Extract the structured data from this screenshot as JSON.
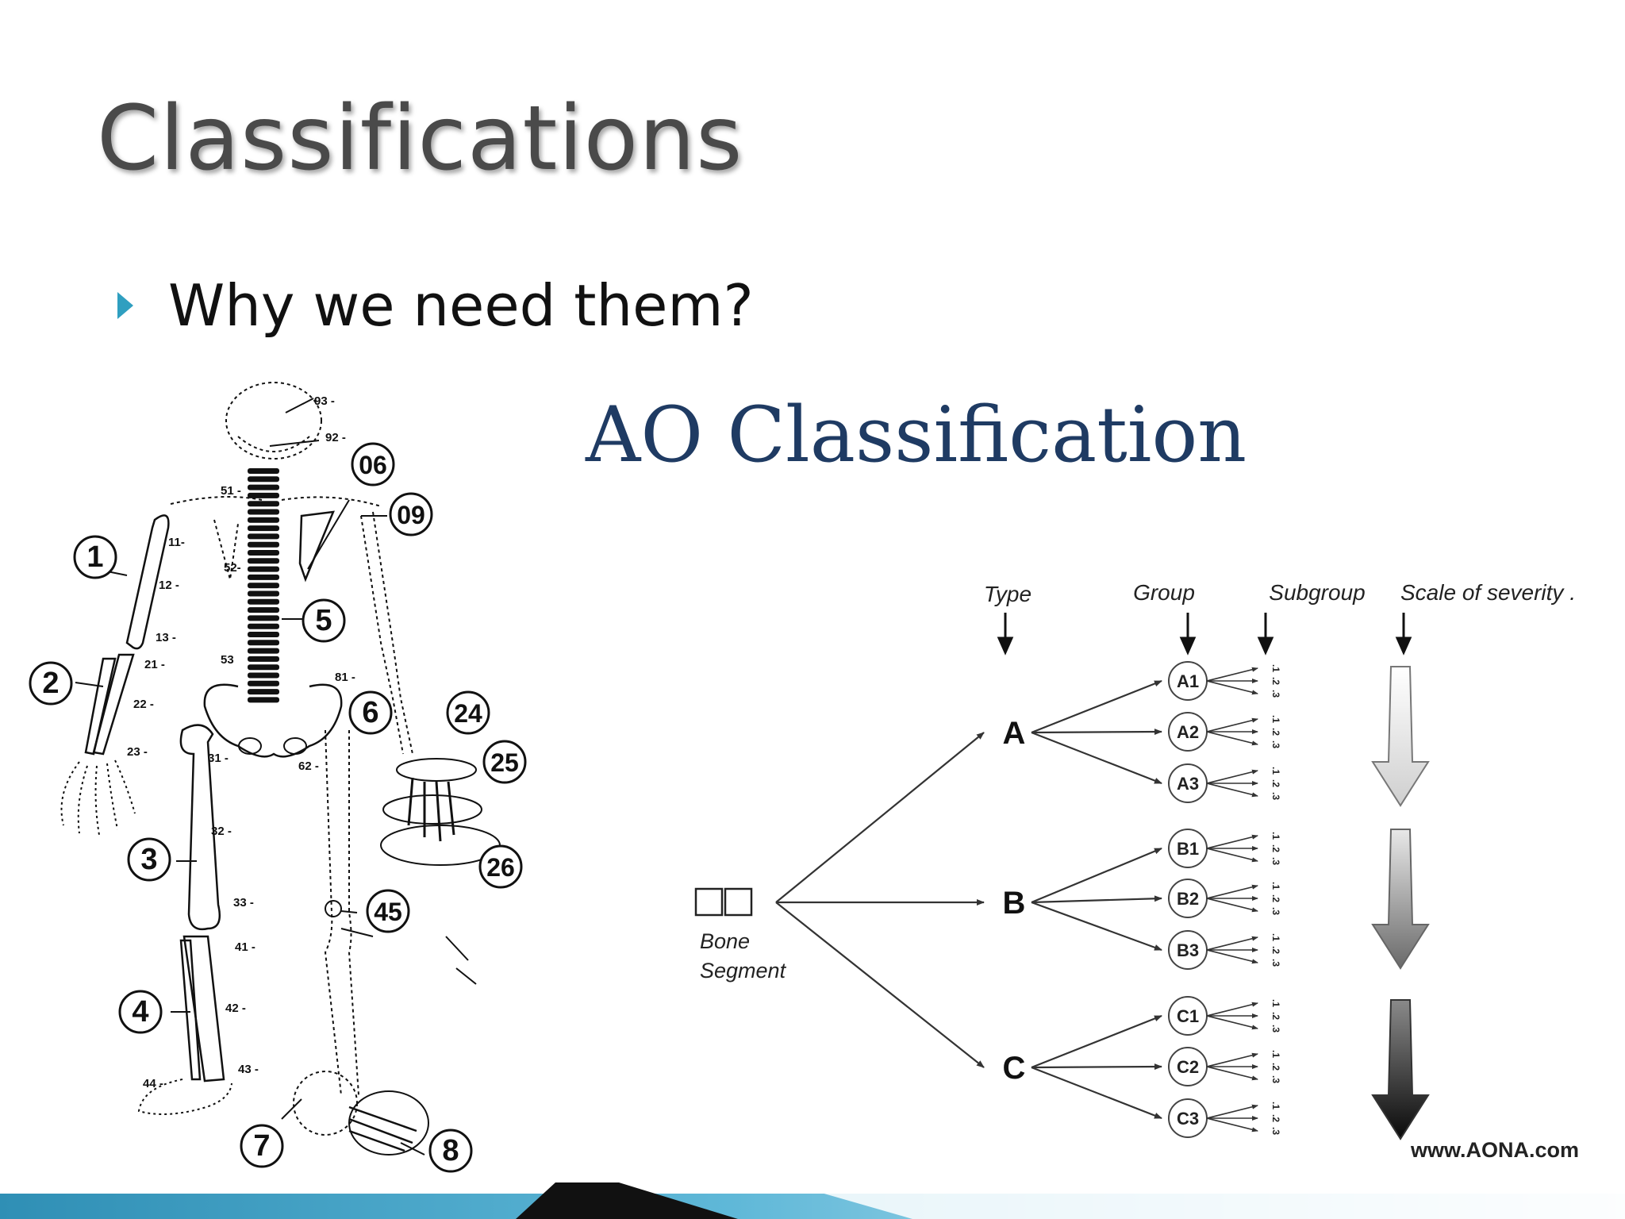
{
  "slide": {
    "title": "Classifications",
    "bullet": "Why we need them?"
  },
  "skeleton": {
    "big_labels": [
      "06",
      "09",
      "1",
      "5",
      "2",
      "6",
      "24",
      "25",
      "3",
      "26",
      "45",
      "4",
      "7",
      "8"
    ],
    "small_labels": [
      "93 -",
      "92 -",
      "51 -",
      "11-",
      "52-",
      "12 -",
      "13 -",
      "21 -",
      "53",
      "81 -",
      "22 -",
      "23 -",
      "31 -",
      "62 -",
      "32 -",
      "33 -",
      "41 -",
      "42 -",
      "43 -",
      "44 -"
    ]
  },
  "ao": {
    "title": "AO Classification",
    "headers": {
      "type": "Type",
      "group": "Group",
      "subgroup": "Subgroup",
      "severity": "Scale of severity ."
    },
    "segment_label_1": "Bone",
    "segment_label_2": "Segment",
    "types": [
      "A",
      "B",
      "C"
    ],
    "groups": [
      "A1",
      "A2",
      "A3",
      "B1",
      "B2",
      "B3",
      "C1",
      "C2",
      "C3"
    ],
    "subgroup_ticks": [
      ".1",
      ".2",
      ".3"
    ],
    "source": "www.AONA.com"
  },
  "colors": {
    "title": "#4a4a4a",
    "ao_title": "#1f3b63",
    "bullet": "#2f9fc0",
    "footer_blue": "#2f8fb5",
    "footer_dark": "#111111"
  }
}
